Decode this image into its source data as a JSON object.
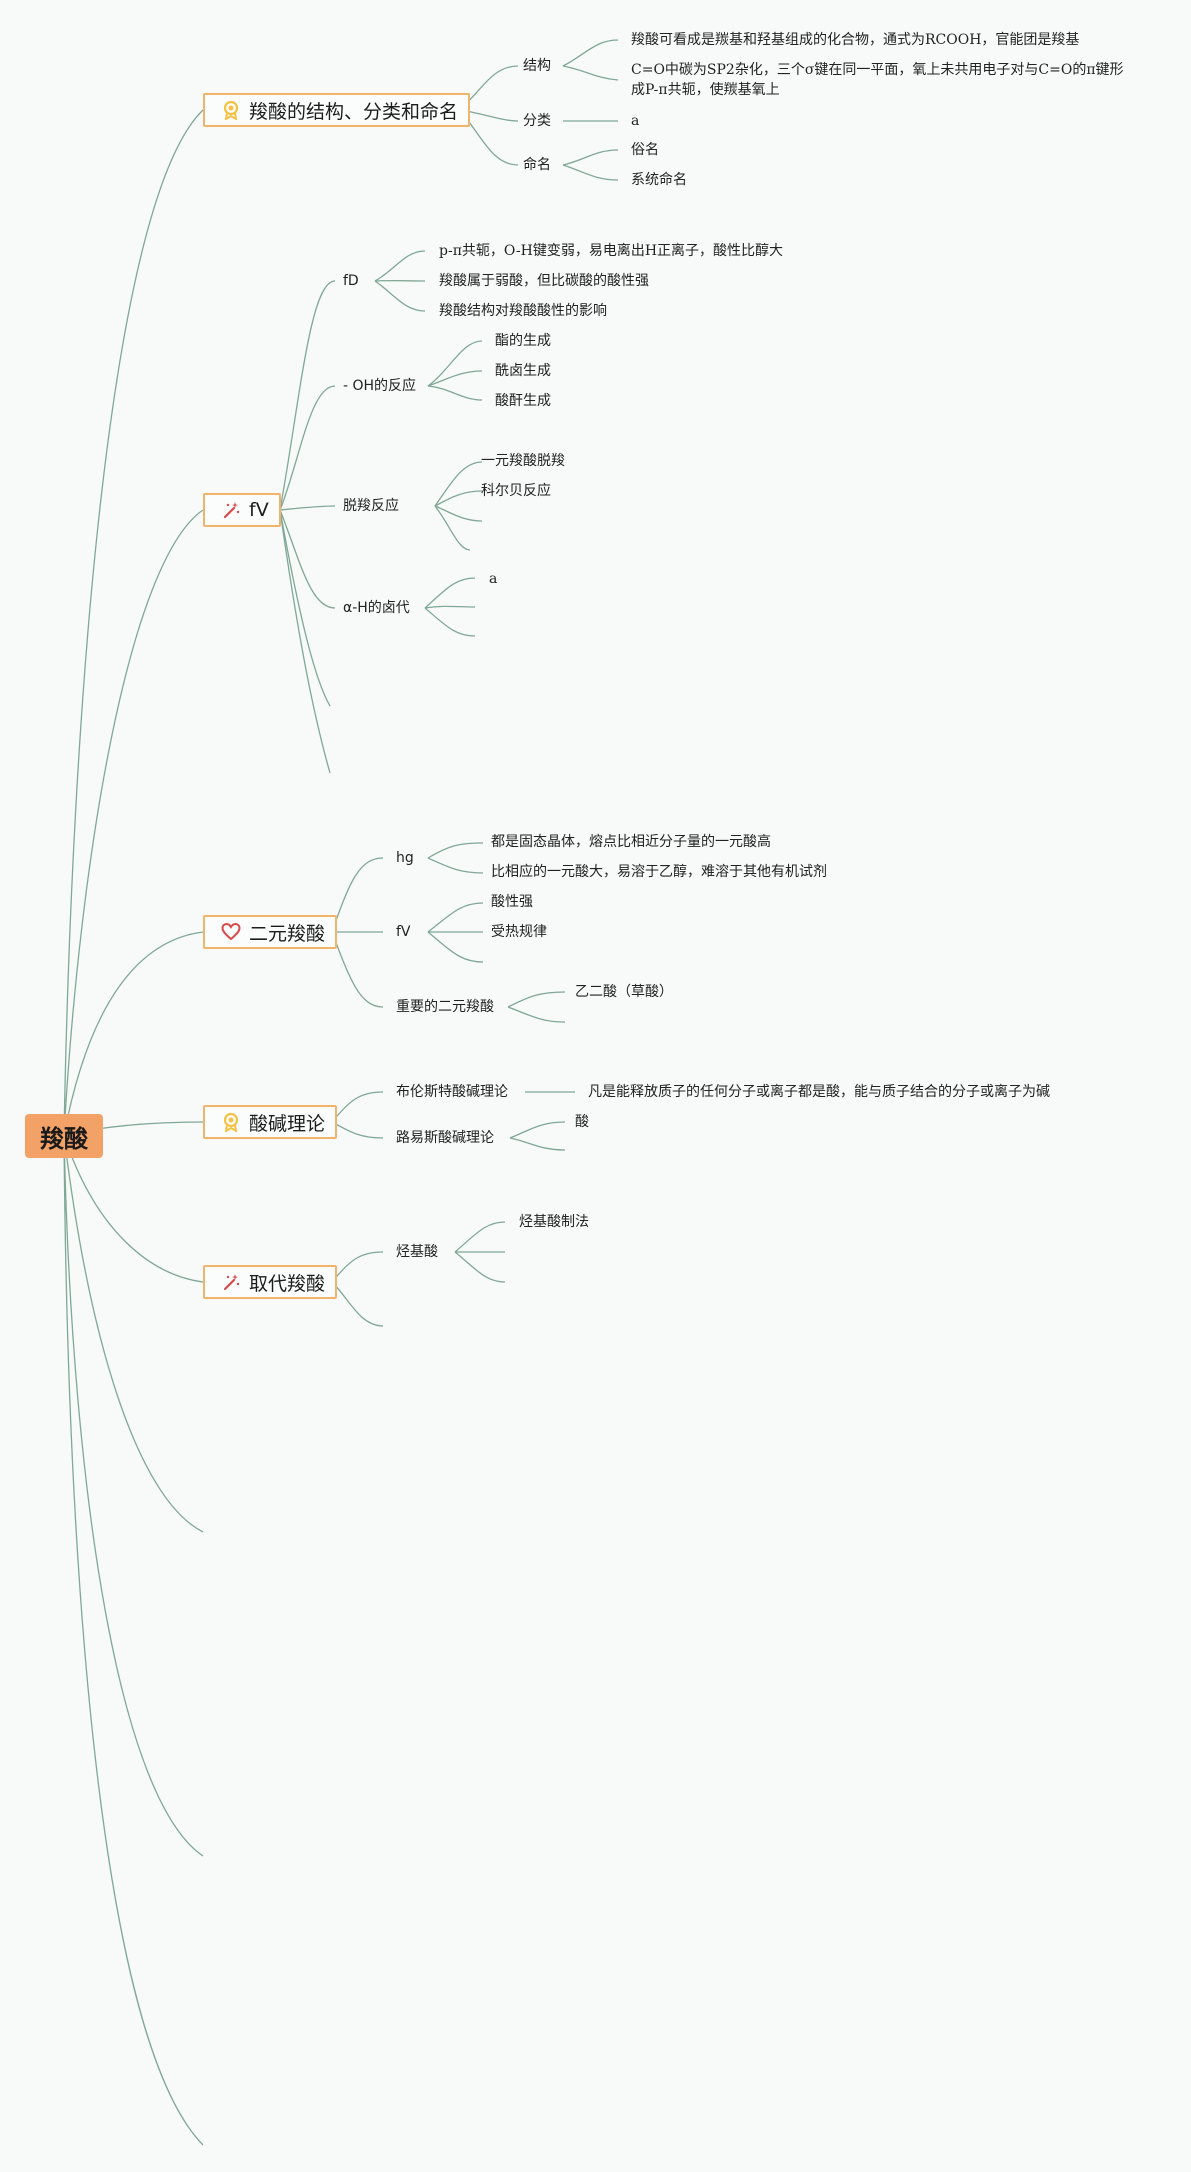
{
  "root": {
    "label": "羧酸"
  },
  "topics": {
    "t1": {
      "label": "羧酸的结构、分类和命名",
      "icon": "medal-icon",
      "subs": {
        "s1": {
          "label": "结构",
          "leaves": [
            "羧酸可看成是羰基和羟基组成的化合物，通式为RCOOH，官能团是羧基",
            "C=O中碳为SP2杂化，三个σ键在同一平面，氧上未共用电子对与C=O的π键形成P-π共轭，使羰基氧上"
          ]
        },
        "s2": {
          "label": "分类",
          "leaves": [
            "a"
          ]
        },
        "s3": {
          "label": "命名",
          "leaves": [
            "俗名",
            "系统命名"
          ]
        }
      }
    },
    "t2": {
      "label": "fV",
      "icon": "magic-wand-icon",
      "subs": {
        "s1": {
          "label": "fD",
          "leaves": [
            "p-π共轭，O-H键变弱，易电离出H正离子，酸性比醇大",
            "羧酸属于弱酸，但比碳酸的酸性强",
            "羧酸结构对羧酸酸性的影响"
          ]
        },
        "s2": {
          "label": "- OH的反应",
          "leaves": [
            "酯的生成",
            "酰卤生成",
            "酸酐生成"
          ]
        },
        "s3": {
          "label": "脱羧反应",
          "leaves": [
            "一元羧酸脱羧",
            "科尔贝反应"
          ]
        },
        "s4": {
          "label": "α-H的卤代",
          "leaves": [
            "a"
          ]
        }
      }
    },
    "t3": {
      "label": "二元羧酸",
      "icon": "heart-icon",
      "subs": {
        "s1": {
          "label": "hg",
          "leaves": [
            "都是固态晶体，熔点比相近分子量的一元酸高",
            "比相应的一元酸大，易溶于乙醇，难溶于其他有机试剂"
          ]
        },
        "s2": {
          "label": "fV",
          "leaves": [
            "酸性强",
            "受热规律"
          ]
        },
        "s3": {
          "label": "重要的二元羧酸",
          "leaves": [
            "乙二酸（草酸）"
          ]
        }
      }
    },
    "t4": {
      "label": "酸碱理论",
      "icon": "medal-icon",
      "subs": {
        "s1": {
          "label": "布伦斯特酸碱理论",
          "leaves": [
            "凡是能释放质子的任何分子或离子都是酸，能与质子结合的分子或离子为碱"
          ]
        },
        "s2": {
          "label": "路易斯酸碱理论",
          "leaves": [
            "酸"
          ]
        }
      }
    },
    "t5": {
      "label": "取代羧酸",
      "icon": "magic-wand-icon",
      "subs": {
        "s1": {
          "label": "烃基酸",
          "leaves": [
            "烃基酸制法"
          ]
        }
      }
    }
  },
  "colors": {
    "root_fill": "#f2a167",
    "topic_border": "#f0b46a",
    "connector": "#7fa896",
    "medal_icon": "#f5c242",
    "heart_icon": "#d94b4b",
    "wand_icon": "#d94b4b"
  }
}
